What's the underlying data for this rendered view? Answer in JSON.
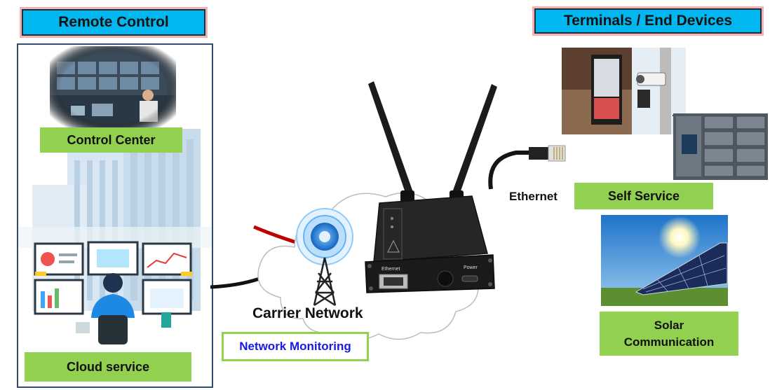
{
  "headers": {
    "remote_control": "Remote Control",
    "terminals": "Terminals / End Devices"
  },
  "labels": {
    "control_center": "Control Center",
    "cloud_service": "Cloud service",
    "carrier_network": "Carrier Network",
    "network_monitoring": "Network Monitoring",
    "ethernet": "Ethernet",
    "self_service": "Self Service",
    "solar_communication_line1": "Solar",
    "solar_communication_line2": "Communication"
  },
  "router": {
    "port_ethernet": "Ethernet",
    "port_power": "Power"
  },
  "colors": {
    "header_bg": "#00b7f0",
    "label_green": "#92d050",
    "panel_border": "#2f4b6e",
    "monitor_text": "#1a1ae6",
    "monitor_border": "#92d050"
  }
}
